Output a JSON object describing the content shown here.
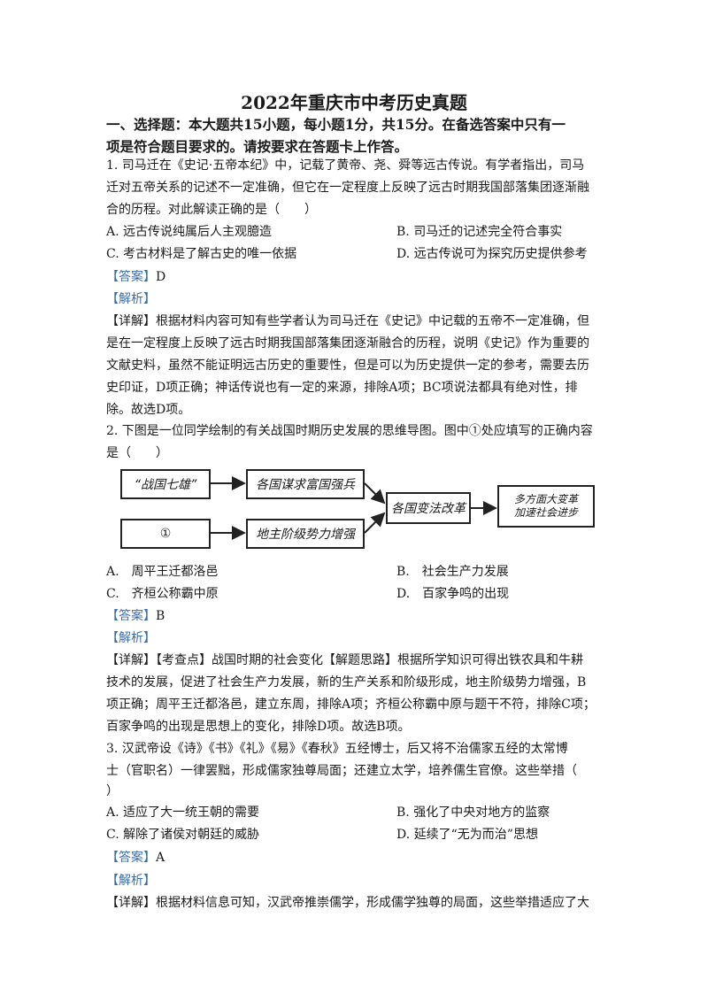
{
  "title": "2022年重庆市中考历史真题",
  "section": {
    "line1": "一、选择题：本大题共15小题，每小题1分，共15分。在备选答案中只有一",
    "line2": "项是符合题目要求的。请按要求在答题卡上作答。"
  },
  "q1": {
    "stem": [
      "1. 司马迁在《史记·五帝本纪》中，记载了黄帝、尧、舜等远古传说。有学者指出，司马",
      "迁对五帝关系的记述不一定准确，但它在一定程度上反映了远古时期我国部落集团逐渐融",
      "合的历程。对此解读正确的是（　　）"
    ],
    "options": {
      "a": "A. 远古传说纯属后人主观臆造",
      "b": "B. 司马迁的记述完全符合事实",
      "c": "C. 考古材料是了解古史的唯一依据",
      "d": "D. 远古传说可为探究历史提供参考"
    },
    "answer_tag": "【答案】",
    "answer": "D",
    "analysis_tag": "【解析】",
    "detail_tag": "【详解】",
    "detail": [
      "根据材料内容可知有些学者认为司马迁在《史记》中记载的五帝不一定准确，但",
      "是在一定程度上反映了远古时期我国部落集团逐渐融合的历程，说明《史记》作为重要的",
      "文献史料，虽然不能证明远古历史的重要性，但是可以为历史提供一定的参考，需要去历",
      "史印证，D项正确；神话传说也有一定的来源，排除A项；BC项说法都具有绝对性，排",
      "除。故选D项。"
    ]
  },
  "q2": {
    "stem": [
      "2. 下图是一位同学绘制的有关战国时期历史发展的思维导图。图中①处应填写的正确内容",
      "是（　　）"
    ],
    "diagram": {
      "box1": "“战国七雄”",
      "box2": "①",
      "box3": "各国谋求富国强兵",
      "box4": "地主阶级势力增强",
      "box5": "各国变法改革",
      "box6_l1": "多方面大变革",
      "box6_l2": "加速社会进步"
    },
    "options": {
      "a": "A.　周平王迁都洛邑",
      "b": "B.　社会生产力发展",
      "c": "C.　齐桓公称霸中原",
      "d": "D.　百家争鸣的出现"
    },
    "answer_tag": "【答案】",
    "answer": "B",
    "analysis_tag": "【解析】",
    "detail_tag": "【详解】",
    "detail": [
      "【考查点】战国时期的社会变化【解题思路】根据所学知识可得出铁农具和牛耕",
      "技术的发展，促进了社会生产力发展，新的生产关系和阶级形成，地主阶级势力增强，B",
      "项正确；周平王迁都洛邑，建立东周，排除A项；齐桓公称霸中原与题干不符，排除C项；",
      "百家争鸣的出现是思想上的变化，排除D项。故选B项。"
    ]
  },
  "q3": {
    "stem": [
      "3. 汉武帝设《诗》《书》《礼》《易》《春秋》五经博士，后又将不治儒家五经的太常博",
      "士（官职名）一律罢黜，形成儒家独尊局面；还建立太学，培养儒生官僚。这些举措（",
      "）"
    ],
    "options": {
      "a": "A. 适应了大一统王朝的需要",
      "b": "B. 强化了中央对地方的监察",
      "c": "C. 解除了诸侯对朝廷的威胁",
      "d": "D. 延续了“无为而治”思想"
    },
    "answer_tag": "【答案】",
    "answer": "A",
    "analysis_tag": "【解析】",
    "detail_tag": "【详解】",
    "detail": [
      "根据材料信息可知，汉武帝推崇儒学，形成儒学独尊的局面，这些举措适应了大"
    ]
  }
}
